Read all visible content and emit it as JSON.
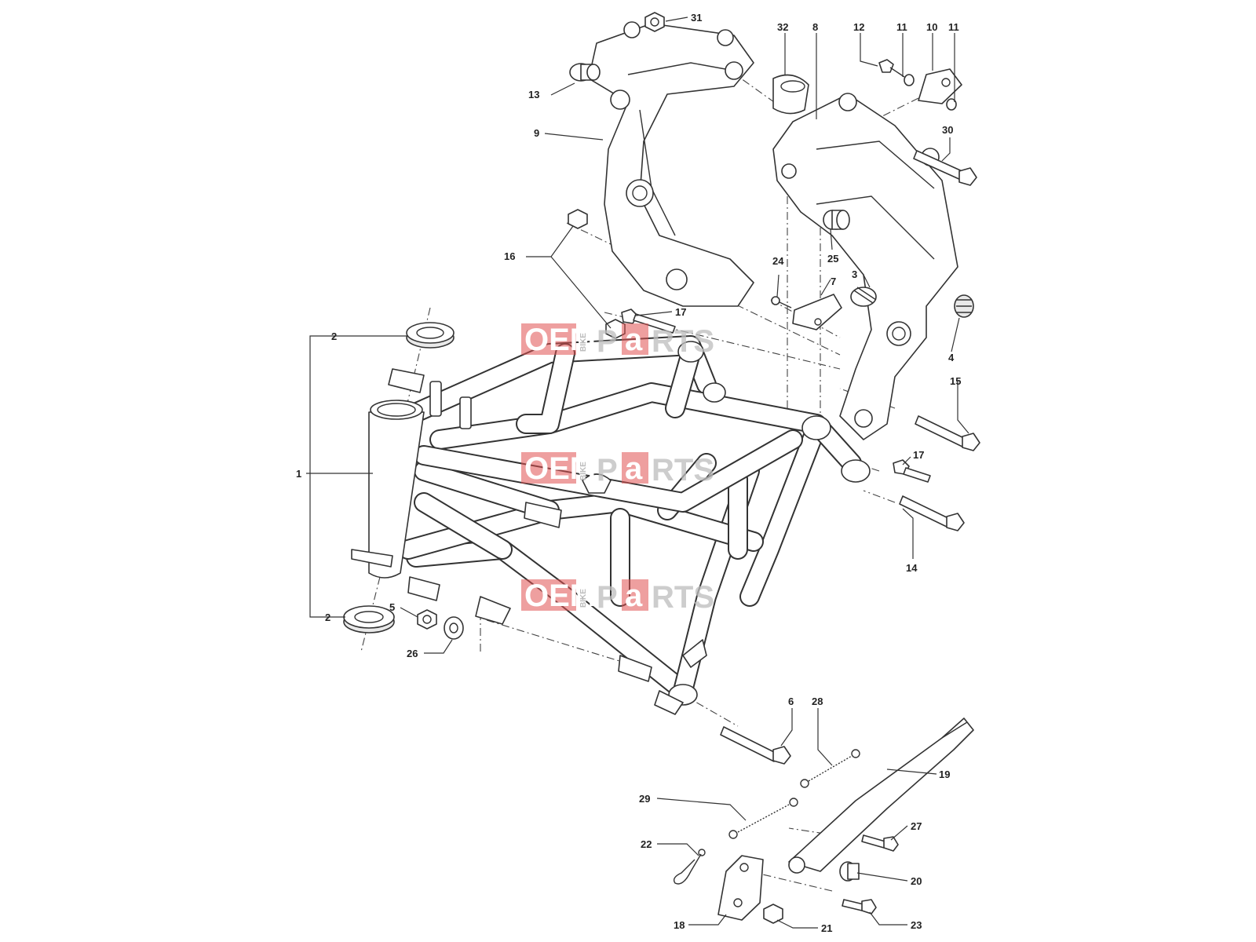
{
  "watermark": {
    "part1": "OEM",
    "part2": "BIKE",
    "part3": "P",
    "part4": "a",
    "part5": "RTS"
  },
  "callouts": {
    "c1": "1",
    "c2a": "2",
    "c2b": "2",
    "c3": "3",
    "c4": "4",
    "c5": "5",
    "c6": "6",
    "c7": "7",
    "c8": "8",
    "c9": "9",
    "c10": "10",
    "c11a": "11",
    "c11b": "11",
    "c12": "12",
    "c13": "13",
    "c14": "14",
    "c15": "15",
    "c16": "16",
    "c17a": "17",
    "c17b": "17",
    "c18": "18",
    "c19": "19",
    "c20": "20",
    "c21": "21",
    "c22": "22",
    "c23": "23",
    "c24": "24",
    "c25": "25",
    "c26": "26",
    "c27": "27",
    "c28": "28",
    "c29": "29",
    "c30": "30",
    "c31": "31",
    "c32": "32"
  }
}
